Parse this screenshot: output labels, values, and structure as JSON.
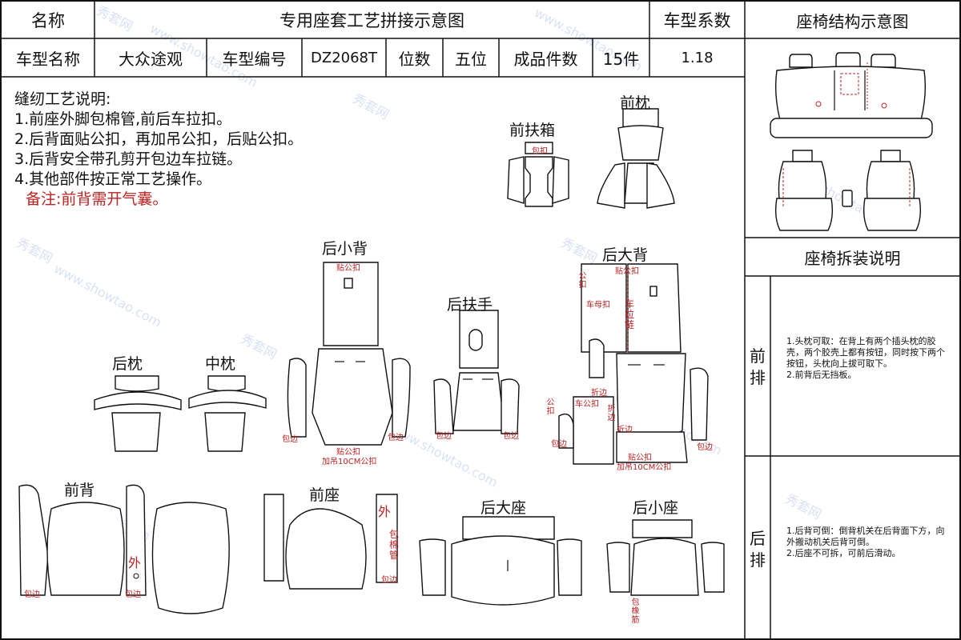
{
  "header": {
    "name_label": "名称",
    "title": "专用座套工艺拼接示意图",
    "coef_label": "车型系数",
    "car_name_label": "车型名称",
    "car_name": "大众途观",
    "model_code_label": "车型编号",
    "model_code": "DZ2068T",
    "seats_label": "位数",
    "seats": "五位",
    "pieces_label": "成品件数",
    "pieces": "15件",
    "coef": "1.18"
  },
  "side": {
    "structure_title": "座椅结构示意图",
    "disassembly_title": "座椅拆装说明",
    "front_row_label": "前排",
    "front_row_text": "1.头枕可取：在背上有两个插头枕的胶壳，两个胶壳上都有按钮，同时按下两个按钮，头枕向上拔可取下。\n2.前背后无挡板。",
    "rear_row_label": "后排",
    "rear_row_text": "1.后背可倒：倒背机关在后背面下方，向外搬动机关后背可倒。\n2.后座不可拆，可前后滑动。"
  },
  "notes": {
    "title": "缝纫工艺说明:",
    "items": [
      "1.前座外脚包棉管,前后车拉扣。",
      "2.后背面贴公扣，再加吊公扣，后贴公扣。",
      "3.后背安全带孔剪开包边车拉链。",
      "4.其他部件按正常工艺操作。"
    ],
    "remark": "备注:前背需开气囊。"
  },
  "pieces": {
    "front_armrest_box": "前扶箱",
    "front_headrest": "前枕",
    "rear_small_back": "后小背",
    "rear_armrest": "后扶手",
    "rear_large_back": "后大背",
    "rear_headrest": "后枕",
    "middle_headrest": "中枕",
    "front_back": "前背",
    "front_seat": "前座",
    "rear_large_seat": "后大座",
    "rear_small_seat": "后小座"
  },
  "annotations": {
    "hook_button": "包扣",
    "stick_button": "贴公扣",
    "stick_button_bottom": "贴公扣",
    "hang_10cm": "加吊10CM公扣",
    "binding": "包边",
    "car_zipper": "车拉链",
    "car_button": "车公扣",
    "fold_edge": "折边",
    "outer": "外",
    "cotton_tube": "包棉管",
    "rubber_strip": "包橡筋",
    "company_button": "公扣",
    "male_buckle": "车母扣"
  },
  "watermark": {
    "text_a": "秀套网",
    "text_b": "www.showtao.com"
  },
  "colors": {
    "line": "#111111",
    "annotation": "#bb2222",
    "watermark": "#5078c8"
  }
}
